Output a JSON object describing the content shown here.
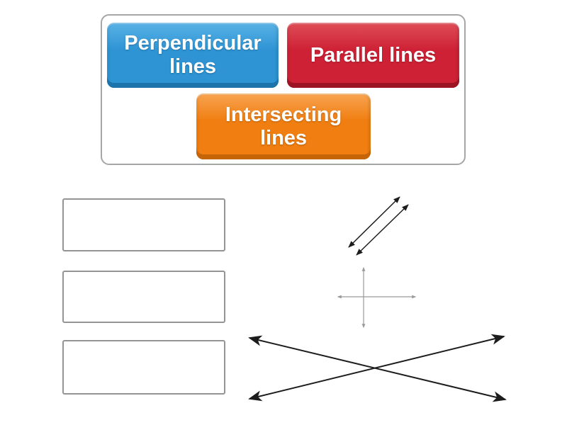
{
  "activity": {
    "type": "match-up-game",
    "background_color": "#ffffff"
  },
  "tile_pool": {
    "border_color": "#a6a6a6",
    "tiles": [
      {
        "id": "perpendicular",
        "label": "Perpendicular lines",
        "base_color": "#2e94d4",
        "highlight_color": "#5ab2e6",
        "shadow_color": "#1c74ab",
        "text_color": "#ffffff"
      },
      {
        "id": "parallel",
        "label": "Parallel lines",
        "base_color": "#ce2135",
        "highlight_color": "#de4e57",
        "shadow_color": "#9c1423",
        "text_color": "#ffffff"
      },
      {
        "id": "intersecting",
        "label": "Intersecting lines",
        "base_color": "#f07e10",
        "highlight_color": "#f8a351",
        "shadow_color": "#c66408",
        "text_color": "#ffffff"
      }
    ]
  },
  "answer_slots": [
    {
      "id": "slot-1",
      "value": ""
    },
    {
      "id": "slot-2",
      "value": ""
    },
    {
      "id": "slot-3",
      "value": ""
    }
  ],
  "figures": {
    "parallel": {
      "description": "two parallel diagonal double-headed arrows",
      "color": "#1c1c1c",
      "stroke_width": 1.5,
      "marker": "arrow-small-black",
      "lines": [
        [
          14,
          86,
          86,
          15
        ],
        [
          25,
          97,
          98,
          26
        ]
      ]
    },
    "perpendicular": {
      "description": "vertical and horizontal double-headed arrows crossing at a right angle",
      "color": "#9a9a9a",
      "stroke_width": 1.2,
      "marker": "arrow-small-gray",
      "lines": [
        [
          43,
          6,
          43,
          90
        ],
        [
          7,
          47,
          116,
          47
        ]
      ]
    },
    "intersecting": {
      "description": "two long double-headed arrows crossing in an X",
      "color": "#1c1c1c",
      "stroke_width": 2,
      "marker": "arrow-large-black",
      "lines": [
        [
          7,
          9,
          368,
          96
        ],
        [
          7,
          95,
          366,
          7
        ]
      ]
    }
  }
}
